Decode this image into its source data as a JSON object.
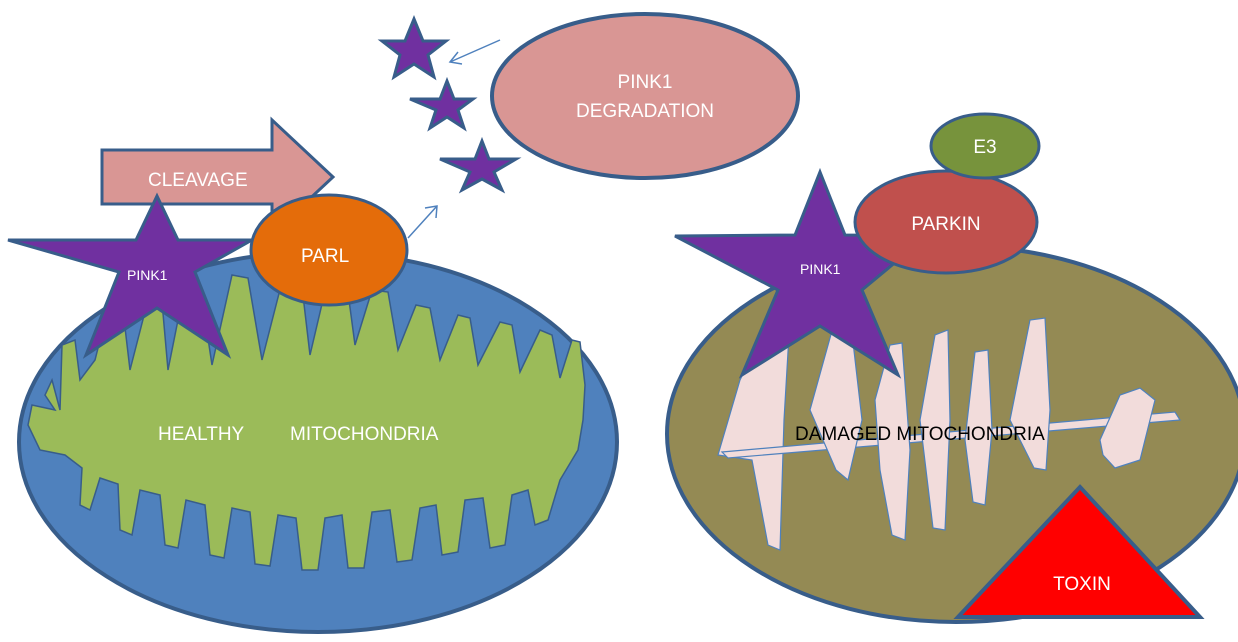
{
  "labels": {
    "healthy": "HEALTHY",
    "mitochondria": "MITOCHONDRIA",
    "pink1_left": "PINK1",
    "parl": "PARL",
    "cleavage": "CLEAVAGE",
    "degradation_line1": "PINK1",
    "degradation_line2": "DEGRADATION",
    "e3": "E3",
    "parkin": "PARKIN",
    "pink1_right": "PINK1",
    "damaged": "DAMAGED MITOCHONDRIA",
    "toxin": "TOXIN"
  },
  "colors": {
    "outline": "#385d8a",
    "healthy_outer": "#4f81bd",
    "healthy_inner": "#9bbb59",
    "damaged_outer": "#948a54",
    "damaged_cristae": "#f2dcdb",
    "pink1_star": "#7030a0",
    "parl": "#e46c0a",
    "cleavage_arrow": "#d99694",
    "degradation": "#d99694",
    "parkin": "#c0504d",
    "e3": "#77933c",
    "toxin": "#ff0000"
  }
}
